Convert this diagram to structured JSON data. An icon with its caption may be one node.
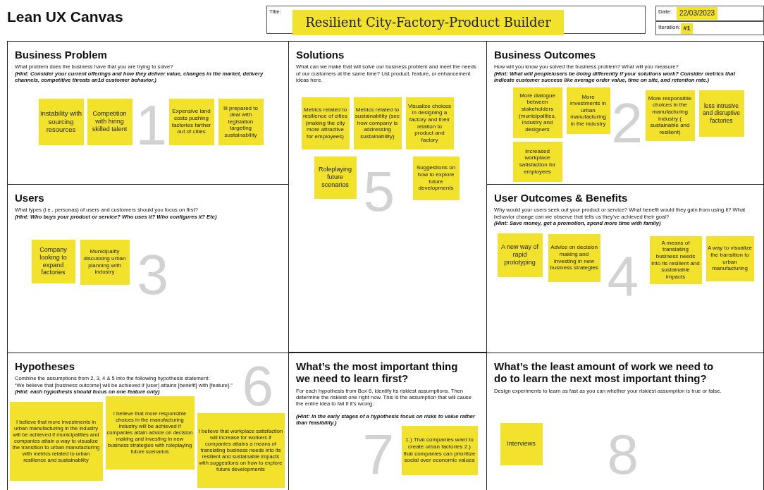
{
  "diagram": {
    "title": "Lean UX Canvas",
    "nodes": [
      {
        "text": [
          "Title:"
        ]
      },
      {
        "text": [
          "Resilient City-Factory-Product Builder"
        ],
        "in": 0
      },
      {
        "text": [
          "Date:"
        ]
      },
      {
        "text": [
          "22/03/2023"
        ],
        "in": 2
      },
      {
        "text": [
          "Iteration:"
        ]
      },
      {
        "text": [
          "#1"
        ],
        "in": 4
      },
      {
        "text": [
          "Business Problem",
          "What problem does the business have that you are trying to solve?",
          "(Hint: Consider your current offerings and how they deliver value, changes in the market, delivery channels, competitive threats an1d customer behavior.)"
        ]
      },
      {
        "text": [
          "Instability with sourcing resources"
        ],
        "in": 6
      },
      {
        "text": [
          "Competition with hiring skilled talent"
        ],
        "in": 6
      },
      {
        "text": [
          "Expensive land costs pushing factories farther out of cities"
        ],
        "in": 6
      },
      {
        "text": [
          "Ill prepared to deal with legislation targeting sustainability"
        ],
        "in": 6
      },
      {
        "text": [
          "Solutions",
          "What can we make that will solve our business problem and meet the needs of our customers at the same time? List product, feature, or enhancement ideas here."
        ]
      },
      {
        "text": [
          "Metrics related to resilience of cities (making the city more attractive for employees)"
        ],
        "in": 11
      },
      {
        "text": [
          "Metrics related to sustainability (see how company is addressing sustainability)"
        ],
        "in": 11
      },
      {
        "text": [
          "Visualize choices in designing a factory and their relation to product and factory"
        ],
        "in": 11
      },
      {
        "text": [
          "Roleplaying future scenarios"
        ],
        "in": 11
      },
      {
        "text": [
          "Suggestions on how to explore future developments"
        ],
        "in": 11
      },
      {
        "text": [
          "Business Outcomes",
          "How will you know you solved the business problem? What will you measure?",
          "(Hint: What will people/users be doing differently if your solutions work? Consider metrics that indicate customer success like average order value, time on site, and retention rate.)"
        ]
      },
      {
        "text": [
          "More dialogue between stakeholders (municipalities, industry and designers"
        ],
        "in": 17
      },
      {
        "text": [
          "More investments in urban manufacturing in the industry"
        ],
        "in": 17
      },
      {
        "text": [
          "More responsible choices in the manufacturing industry ( sustainable and resilient)"
        ],
        "in": 17
      },
      {
        "text": [
          "less intrusive and disruptive factories"
        ],
        "in": 17
      },
      {
        "text": [
          "increased workplace satisfaction for employees"
        ],
        "in": 17
      },
      {
        "text": [
          "Users",
          "What types (i.e., personas) of users and customers should you focus on first?",
          "(Hint: Who buys your product or service? Who uses it? Who configures it? Etc)"
        ]
      },
      {
        "text": [
          "Company looking to expand factories"
        ],
        "in": 23
      },
      {
        "text": [
          "Municipality discussing urban planning with industry"
        ],
        "in": 23
      },
      {
        "text": [
          "User Outcomes & Benefits",
          "Why would your users seek out your product or service? What benefit would they gain from using it? What behavior change can we observe that tells us they’ve achieved their goal?",
          "(Hint: Save money, get a promotion, spend more time with family)"
        ]
      },
      {
        "text": [
          "A new way of rapid prototyping"
        ],
        "in": 26
      },
      {
        "text": [
          "Advice on decision making and investing in new business strategies"
        ],
        "in": 26
      },
      {
        "text": [
          "A means of translating business needs into its resilient and sustainable impacts"
        ],
        "in": 26
      },
      {
        "text": [
          "A way to visualize the transition to urban manufacturing"
        ],
        "in": 26
      },
      {
        "text": [
          "Hypotheses",
          "Combine the assumptions from 2, 3, 4 & 5 into the following hypothesis statement:",
          "“We believe that [business outcome] will be achieved if [user] attains [benefit] with [feature].”",
          "(Hint: each hypothesis should focus on one feature only)"
        ]
      },
      {
        "text": [
          "I believe that more investments in urban manufacturing in the industry will be achieved if municipalities and companies attain a way to visualize the transition to urban manufacturing with metrics related to urban resilience and sustainability"
        ],
        "in": 31
      },
      {
        "text": [
          "I believe that more responsible choices in the manufacturing industry will be achieved if companies attain advice on decision making and investing in new business strategies with roleplaying future scenarios"
        ],
        "in": 31
      },
      {
        "text": [
          "I believe that workplace satisfaction will increase for workers if companies attains a means of translating business needs into its resilient and sustainable impacts with suggestions on how to explore future developments"
        ],
        "in": 31
      },
      {
        "text": [
          "What’s the most important thing we need to learn first?",
          "For each hypothesis from Box 6, identify its riskiest assumptions. Then determine the riskiest one right now. This is the assumption that will cause the entire idea to fail if it’s wrong.",
          "(Hint: In the early stages of a hypothesis focus on risks to value rather than feasibility.)"
        ]
      },
      {
        "text": [
          "1.) That companies want to create urban factories 2.) that companies can prioritize social over economic values"
        ],
        "in": 35
      },
      {
        "text": [
          "What’s the least amount of work we need to do to learn the next most important thing?",
          "Design experiments to learn as fast as you can whether your riskiest assumption is true or false."
        ]
      },
      {
        "text": [
          "Interviews"
        ],
        "in": 37
      }
    ],
    "labels": [
      "1",
      "5",
      "2",
      "3",
      "4",
      "6",
      "7",
      "8"
    ]
  }
}
